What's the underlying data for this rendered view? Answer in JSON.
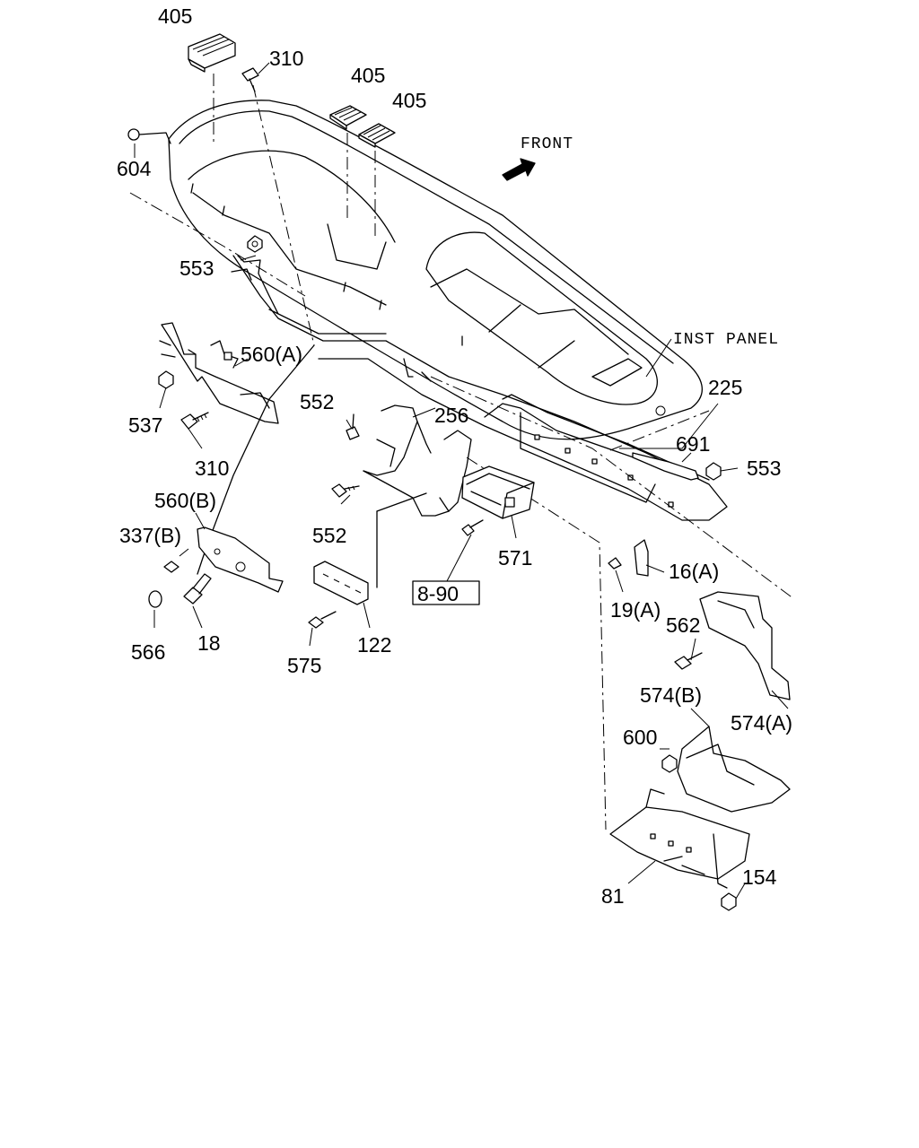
{
  "callouts": {
    "c405a": "405",
    "c310a": "310",
    "c405b": "405",
    "c405c": "405",
    "c604": "604",
    "c553a": "553",
    "c560a": "560(A)",
    "c537": "537",
    "c310b": "310",
    "c552a": "552",
    "c256": "256",
    "c552b": "552",
    "c225": "225",
    "c691": "691",
    "c553b": "553",
    "c560b": "560(B)",
    "c337b": "337(B)",
    "c566": "566",
    "c18": "18",
    "c575": "575",
    "c122": "122",
    "c571": "571",
    "c890": "8-90",
    "c16a": "16(A)",
    "c19a": "19(A)",
    "c562": "562",
    "c574b": "574(B)",
    "c600": "600",
    "c574a": "574(A)",
    "c81": "81",
    "c154": "154"
  },
  "notes": {
    "front": "FRONT",
    "inst_panel": "INST PANEL"
  }
}
